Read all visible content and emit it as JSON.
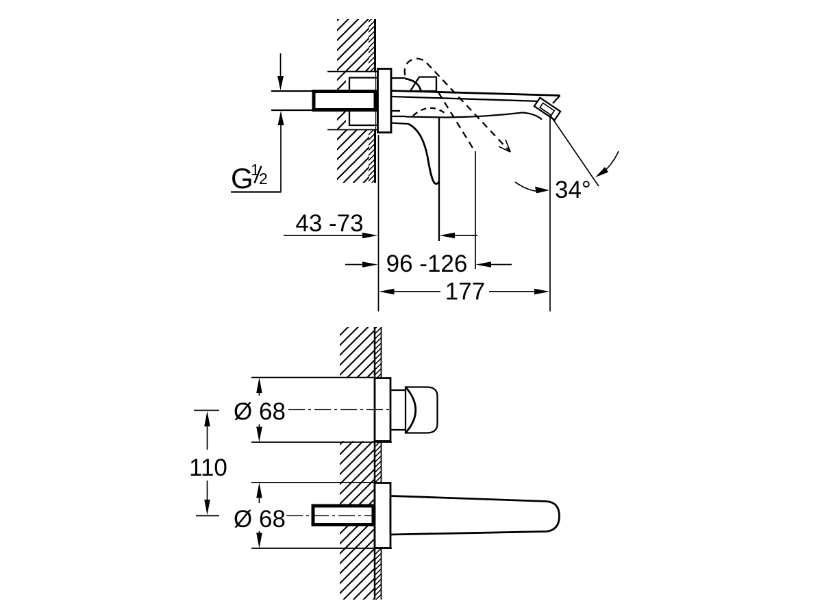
{
  "colors": {
    "ink": "#000000",
    "paper": "#ffffff"
  },
  "side_view": {
    "thread_label": {
      "letter": "G",
      "numerator": "1",
      "denominator": "2"
    },
    "depth_range": "43 -73",
    "lever_reach_range": "96 -126",
    "spout_reach": "177",
    "spout_angle": "34°"
  },
  "front_view": {
    "handle_escutcheon_diameter": "Ø 68",
    "spout_escutcheon_diameter": "Ø 68",
    "center_distance": "110"
  }
}
